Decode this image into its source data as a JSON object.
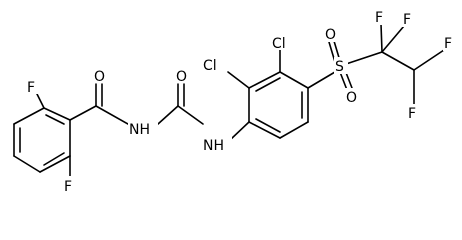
{
  "molecule": {
    "atoms": {
      "f_top": "F",
      "f_bottom": "F",
      "o_benzoyl": "O",
      "n_amide": "NH",
      "o_urea": "O",
      "n_aryl": "NH",
      "cl_2": "Cl",
      "cl_3": "Cl",
      "s_sulfonyl": "S",
      "o_sulfonyl_top": "O",
      "o_sulfonyl_bottom": "O",
      "f_cf2_1": "F",
      "f_cf2_2": "F",
      "f_chf2_top": "F",
      "f_chf2_bottom": "F"
    }
  }
}
